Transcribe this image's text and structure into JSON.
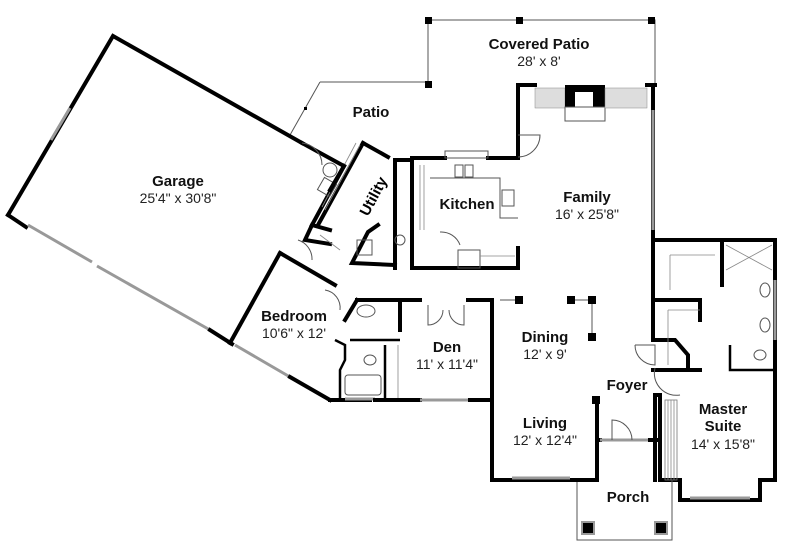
{
  "floor_plan": {
    "rooms": [
      {
        "id": "covered-patio",
        "name": "Covered Patio",
        "dimensions": "28' x 8'"
      },
      {
        "id": "patio",
        "name": "Patio",
        "dimensions": ""
      },
      {
        "id": "garage",
        "name": "Garage",
        "dimensions": "25'4\" x 30'8\""
      },
      {
        "id": "utility",
        "name": "Utility",
        "dimensions": ""
      },
      {
        "id": "kitchen",
        "name": "Kitchen",
        "dimensions": ""
      },
      {
        "id": "family",
        "name": "Family",
        "dimensions": "16' x 25'8\""
      },
      {
        "id": "bedroom",
        "name": "Bedroom",
        "dimensions": "10'6\" x 12'"
      },
      {
        "id": "den",
        "name": "Den",
        "dimensions": "11' x 11'4\""
      },
      {
        "id": "dining",
        "name": "Dining",
        "dimensions": "12' x 9'"
      },
      {
        "id": "foyer",
        "name": "Foyer",
        "dimensions": ""
      },
      {
        "id": "living",
        "name": "Living",
        "dimensions": "12' x 12'4\""
      },
      {
        "id": "master-suite",
        "name": "Master Suite",
        "name_line1": "Master",
        "name_line2": "Suite",
        "dimensions": "14' x 15'8\""
      },
      {
        "id": "porch",
        "name": "Porch",
        "dimensions": ""
      }
    ]
  },
  "colors": {
    "wall": "#000000",
    "background": "#ffffff",
    "text": "#111111"
  }
}
